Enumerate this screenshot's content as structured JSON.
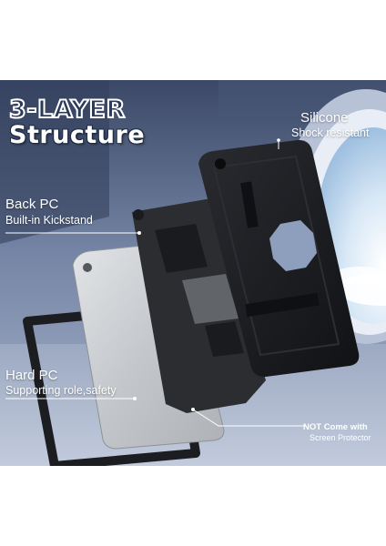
{
  "image": {
    "title_line1": "3-LAYER",
    "title_line2": "Structure",
    "callouts": {
      "silicone": {
        "head": "Silicone",
        "sub": "Shock resistant"
      },
      "back_pc": {
        "head": "Back PC",
        "sub": "Built-in Kickstand"
      },
      "hard_pc": {
        "head": "Hard PC",
        "sub": "Supporting role,safety"
      },
      "note": {
        "head": "NOT Come with",
        "sub": "Screen Protector"
      }
    }
  },
  "colors": {
    "background_wall": "#8d9bb6",
    "background_dark": "#3a4763",
    "window_sky": "#cfe3f5",
    "case_black": "#1a1b1f",
    "back_pc_grey": "#2c2d31",
    "tablet_silver": "#c9cbce",
    "accent_text": "#ffffff"
  }
}
